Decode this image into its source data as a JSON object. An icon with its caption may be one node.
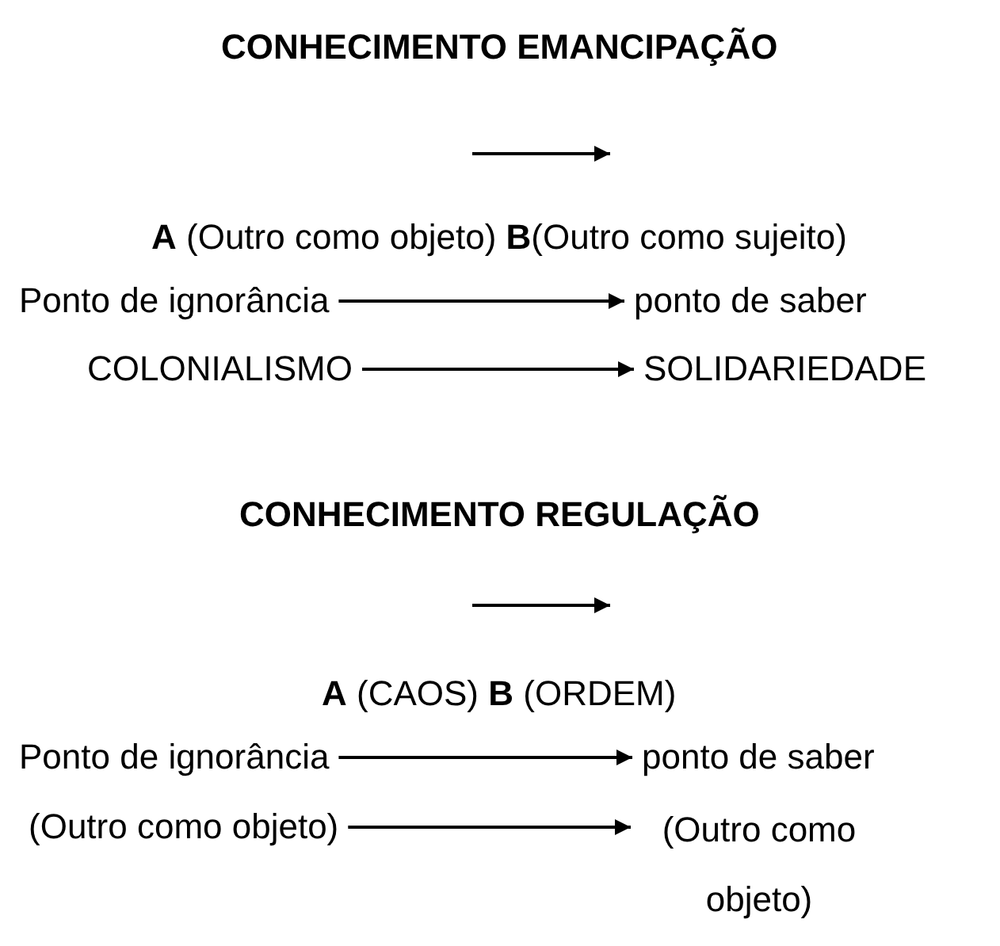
{
  "diagram": {
    "nodes": [
      {
        "text": [
          "Ponto de ignorância"
        ]
      },
      {
        "text": [
          "ponto de saber"
        ]
      },
      {
        "text": [
          "COLONIALISMO"
        ]
      },
      {
        "text": [
          "SOLIDARIEDADE"
        ]
      },
      {
        "text": [
          "Ponto de ignorância"
        ]
      },
      {
        "text": [
          "ponto de saber"
        ]
      },
      {
        "text": [
          "(Outro como objeto)"
        ]
      },
      {
        "text": [
          "(Outro como objeto)"
        ]
      }
    ],
    "edges": [
      {
        "from": 0,
        "to": 1,
        "arrow": "to"
      },
      {
        "from": 2,
        "to": 3,
        "arrow": "to"
      },
      {
        "from": 4,
        "to": 5,
        "arrow": "to"
      },
      {
        "from": 6,
        "to": 7,
        "arrow": "to"
      }
    ],
    "labels": [
      "CONHECIMENTO EMANCIPAÇÃO",
      "**A** (Outro como objeto)  **B**(Outro como sujeito)",
      "CONHECIMENTO REGULAÇÃO",
      "**A** (CAOS) **B** (ORDEM)"
    ]
  }
}
